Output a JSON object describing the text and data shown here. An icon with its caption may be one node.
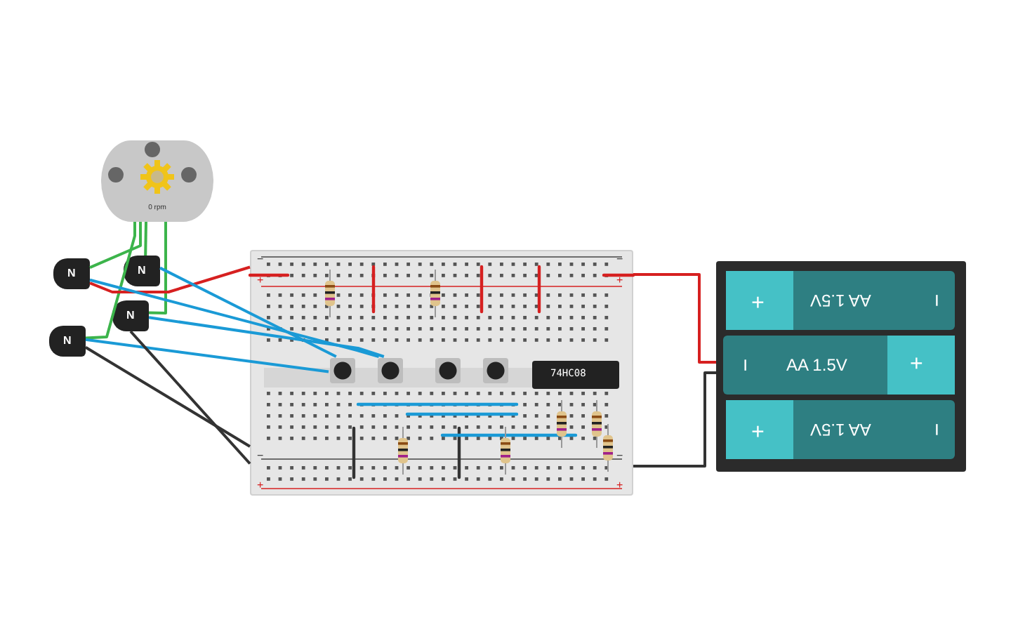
{
  "diagram": {
    "nodes": [
      {
        "text": [
          "0 rpm"
        ]
      },
      {
        "text": [
          "N"
        ]
      },
      {
        "text": [
          "N"
        ]
      },
      {
        "text": [
          "N"
        ]
      },
      {
        "text": [
          "N"
        ]
      },
      {
        "text": [],
        "shape": "box"
      },
      {
        "text": [],
        "shape": "box",
        "in": 5
      },
      {
        "text": [],
        "shape": "box",
        "in": 5
      },
      {
        "text": [],
        "shape": "box",
        "in": 5
      },
      {
        "text": [],
        "shape": "box",
        "in": 5
      },
      {
        "text": [
          "74HC08"
        ],
        "in": 5
      },
      {
        "text": [],
        "shape": "box"
      },
      {
        "text": [
          "+",
          "AA 1.5V",
          "−"
        ],
        "in": 11
      },
      {
        "text": [
          "−",
          "AA 1.5V",
          "+"
        ],
        "in": 11
      },
      {
        "text": [
          "+",
          "AA 1.5V",
          "−"
        ],
        "in": 11
      }
    ],
    "edges": [
      {
        "from": 0,
        "to": 1,
        "arrow": "none",
        "color": "#3cb44b"
      },
      {
        "from": 0,
        "to": 2,
        "arrow": "none",
        "color": "#3cb44b"
      },
      {
        "from": 0,
        "to": 3,
        "arrow": "none",
        "color": "#3cb44b"
      },
      {
        "from": 0,
        "to": 4,
        "arrow": "none",
        "color": "#3cb44b"
      },
      {
        "from": 1,
        "to": 5,
        "arrow": "none",
        "color": "#d62020"
      },
      {
        "from": 2,
        "to": 6,
        "arrow": "none",
        "color": "#1a9ad6"
      },
      {
        "from": 3,
        "to": 7,
        "arrow": "none",
        "color": "#1a9ad6"
      },
      {
        "from": 1,
        "to": 7,
        "arrow": "none",
        "color": "#1a9ad6"
      },
      {
        "from": 4,
        "to": 6,
        "arrow": "none",
        "color": "#1a9ad6"
      },
      {
        "from": 3,
        "to": 5,
        "arrow": "none",
        "color": "#333333"
      },
      {
        "from": 4,
        "to": 5,
        "arrow": "none",
        "color": "#333333"
      },
      {
        "from": 11,
        "to": 5,
        "arrow": "none",
        "color": "#d62020"
      },
      {
        "from": 11,
        "to": 5,
        "arrow": "none",
        "color": "#333333"
      }
    ],
    "labels": [
      "−",
      "+",
      "−",
      "+",
      "−",
      "+",
      "−",
      "+"
    ]
  }
}
